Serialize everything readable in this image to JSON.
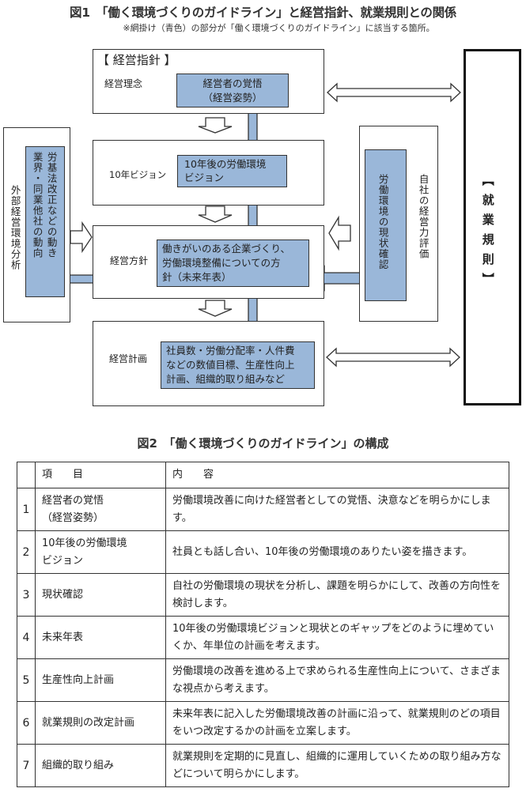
{
  "figure1": {
    "title": "図1　「働く環境づくりのガイドライン」と経営指針、就業規則との関係",
    "note": "※網掛け（青色）の部分が「働く環境づくりのガイドライン」に該当する箇所。",
    "management_policy": {
      "header": "【 経営指針 】",
      "rows": [
        {
          "label": "経営理念",
          "content_lines": [
            "経営者の覚悟",
            "（経営姿勢）"
          ]
        },
        {
          "label": "10年ビジョン",
          "content_lines": [
            "10年後の労働環境",
            "ビジョン"
          ]
        },
        {
          "label": "経営方針",
          "content_lines": [
            "働きがいのある企業づくり、",
            "労働環境整備についての方",
            "針（未来年表）"
          ]
        },
        {
          "label": "経営計画",
          "content_lines": [
            "社員数・労働分配率・人件費",
            "などの数値目標、生産性向上",
            "計画、組織的取り組みなど"
          ]
        }
      ]
    },
    "external_analysis": {
      "label": "外部経営環境分析",
      "content_col1": "労基法改正などの動き",
      "content_col2": "業界・同業他社の動向"
    },
    "self_evaluation": {
      "label": "自社の経営力評価",
      "content": "労働環境の現状確認"
    },
    "work_rules": {
      "label": "【就業規則】"
    },
    "colors": {
      "highlight_fill": "#9ab7d9",
      "border": "#333333"
    }
  },
  "figure2": {
    "title": "図2　「働く環境づくりのガイドライン」の構成",
    "headers": [
      "",
      "項　　目",
      "内　　容"
    ],
    "rows": [
      {
        "no": "1",
        "item": "経営者の覚悟\n（経営姿勢）",
        "content": "労働環境改善に向けた経営者としての覚悟、決意などを明らかにします。"
      },
      {
        "no": "2",
        "item": "10年後の労働環境\nビジョン",
        "content": "社員とも話し合い、10年後の労働環境のありたい姿を描きます。"
      },
      {
        "no": "3",
        "item": "現状確認",
        "content": "自社の労働環境の現状を分析し、課題を明らかにして、改善の方向性を検討します。"
      },
      {
        "no": "4",
        "item": "未来年表",
        "content": "10年後の労働環境ビジョンと現状とのギャップをどのように埋めていくか、年単位の計画を考えます。"
      },
      {
        "no": "5",
        "item": "生産性向上計画",
        "content": "労働環境の改善を進める上で求められる生産性向上について、さまざまな視点から考えます。"
      },
      {
        "no": "6",
        "item": "就業規則の改定計画",
        "content": "未来年表に記入した労働環境改善の計画に沿って、就業規則のどの項目をいつ改定するかの計画を立案します。"
      },
      {
        "no": "7",
        "item": "組織的取り組み",
        "content": "就業規則を定期的に見直し、組織的に運用していくための取り組み方などについて明らかにします。"
      }
    ]
  }
}
